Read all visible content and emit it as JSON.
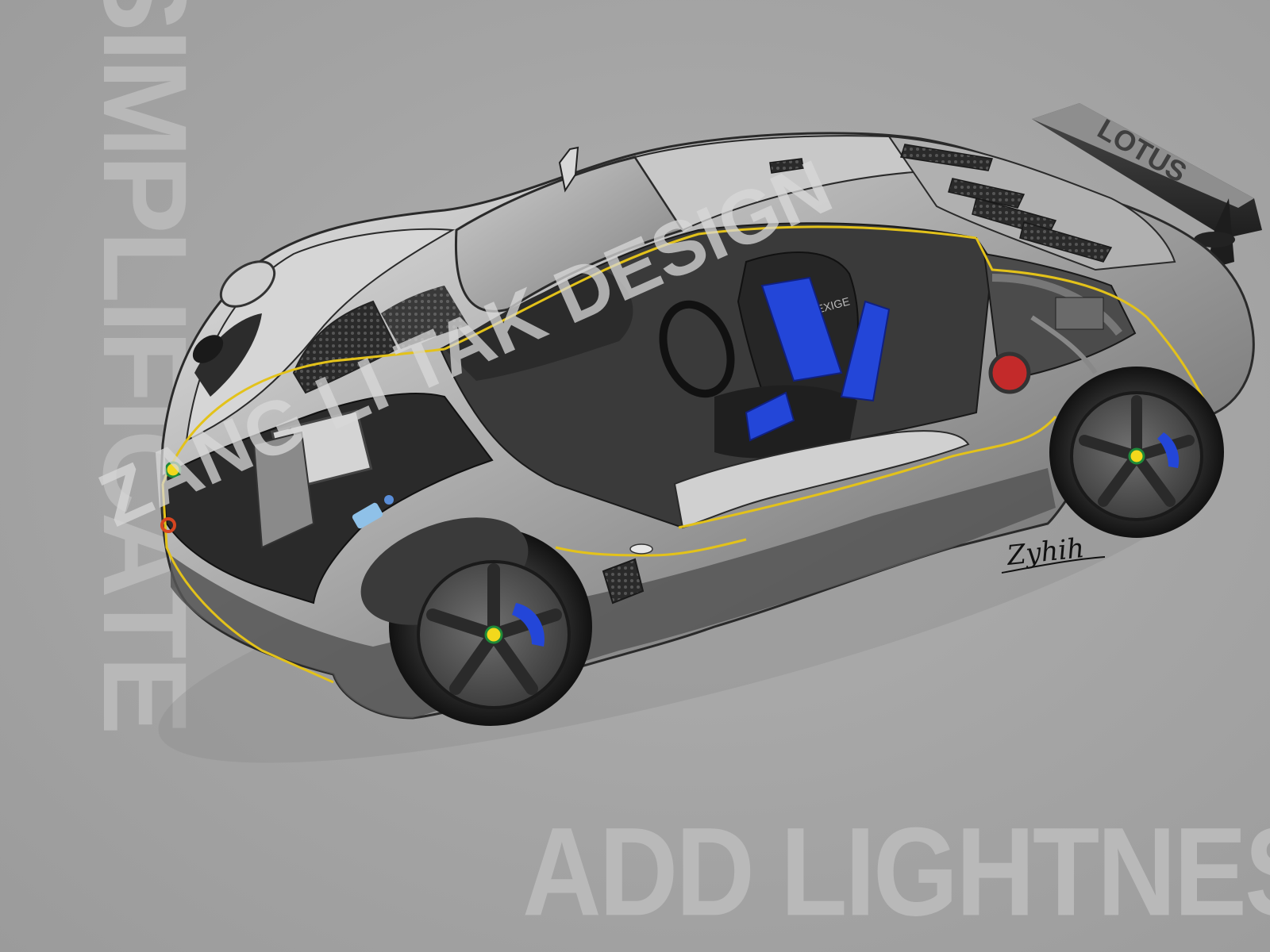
{
  "background": {
    "vertical_text": "SIMPLIFICATE",
    "bottom_text": "ADD LIGHTNESS"
  },
  "watermark": {
    "text": "ZANG LI TAK DESIGN"
  },
  "wing_text": "LOTUS",
  "seat_text": "EXIGE",
  "signature": "Zyhih",
  "colors": {
    "background": "#a3a3a3",
    "body_silver": "#bdbdbd",
    "body_dark": "#3a3a3a",
    "cutline": "#e3c21a",
    "seat_harness": "#2346d8",
    "badge_green": "#1f8a3a",
    "badge_yellow": "#f2d81c"
  }
}
